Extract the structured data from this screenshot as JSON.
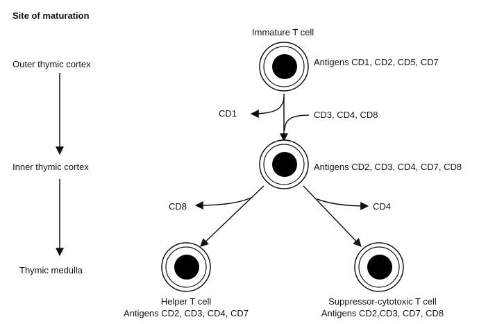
{
  "heading": "Site of maturation",
  "sites": {
    "outer": "Outer thymic cortex",
    "inner": "Inner thymic cortex",
    "medulla": "Thymic medulla"
  },
  "cells": {
    "immature": {
      "title": "Immature T cell",
      "antigens": "Antigens CD1, CD2, CD5, CD7"
    },
    "cortical": {
      "antigens": "Antigens CD2, CD3, CD4, CD7, CD8"
    },
    "helper": {
      "title": "Helper T cell",
      "antigens": "Antigens CD2, CD3, CD4, CD7"
    },
    "suppressor": {
      "title": "Suppressor-cytotoxic T cell",
      "antigens": "Antigens CD2,CD3, CD7, CD8"
    }
  },
  "markers": {
    "lost_cd1": "CD1",
    "gained": "CD3, CD4, CD8",
    "lost_cd8": "CD8",
    "lost_cd4": "CD4"
  }
}
